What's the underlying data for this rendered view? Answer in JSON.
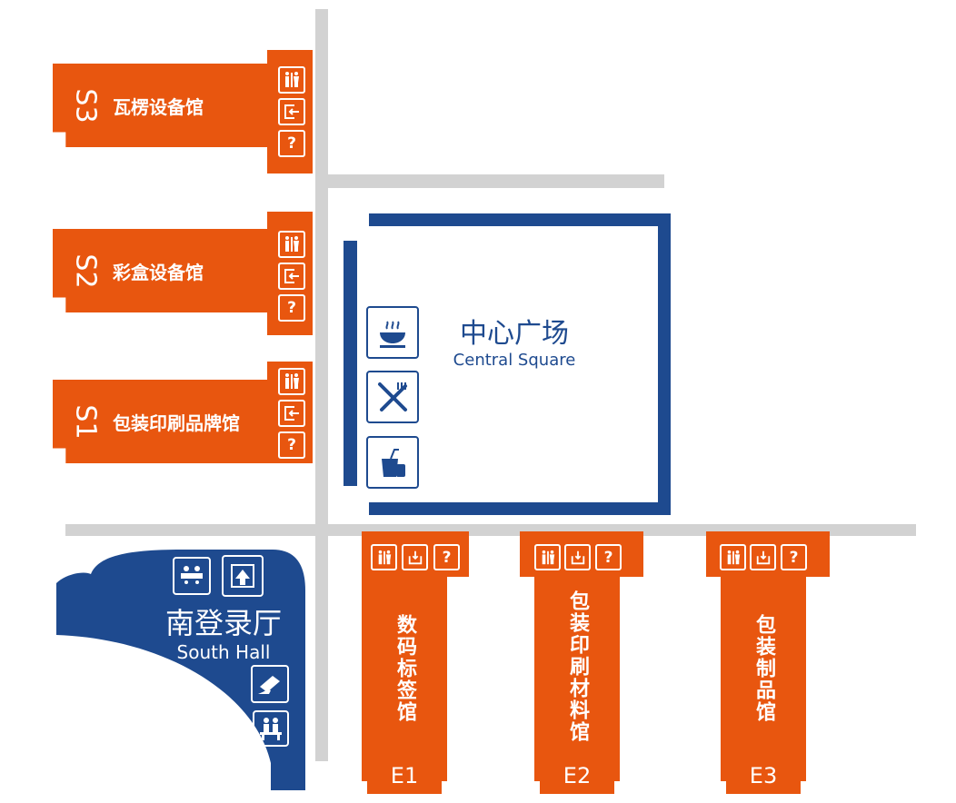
{
  "south_halls": [
    {
      "code": "S3",
      "name": "瓦楞设备馆"
    },
    {
      "code": "S2",
      "name": "彩盒设备馆"
    },
    {
      "code": "S1",
      "name": "包装印刷品牌馆"
    }
  ],
  "central_square": {
    "name_cn": "中心广场",
    "name_en": "Central Square"
  },
  "east_halls": [
    {
      "code": "E1",
      "name": "数码标签馆"
    },
    {
      "code": "E2",
      "name": "包装印刷材料馆"
    },
    {
      "code": "E3",
      "name": "包装制品馆"
    }
  ],
  "south_hall": {
    "name_cn": "南登录厅",
    "name_en": "South Hall"
  },
  "icons": {
    "info": "?"
  },
  "colors": {
    "orange": "#e8560f",
    "blue": "#1e4a8f",
    "road": "#d2d2d2"
  }
}
